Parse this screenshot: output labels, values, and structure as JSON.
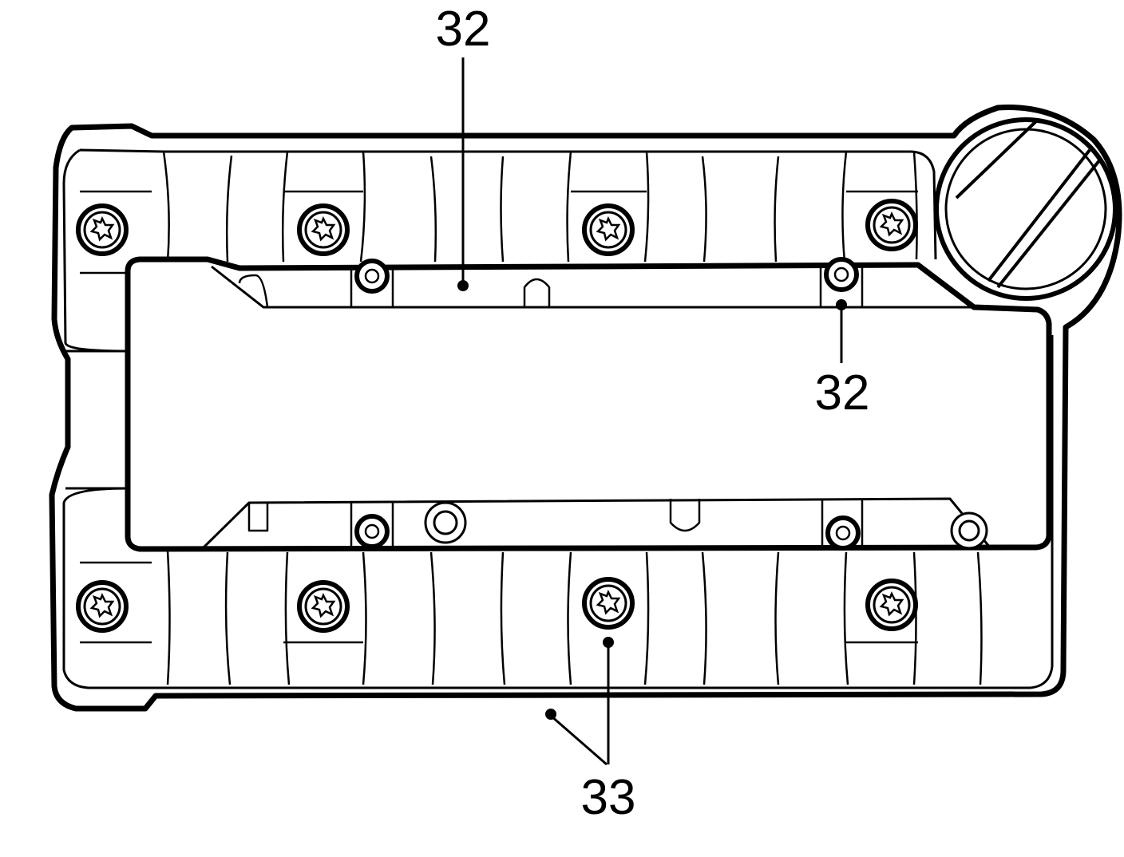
{
  "callouts": {
    "top": "32",
    "right": "32",
    "bottom": "33"
  },
  "colors": {
    "line": "#000000",
    "background": "#ffffff"
  }
}
